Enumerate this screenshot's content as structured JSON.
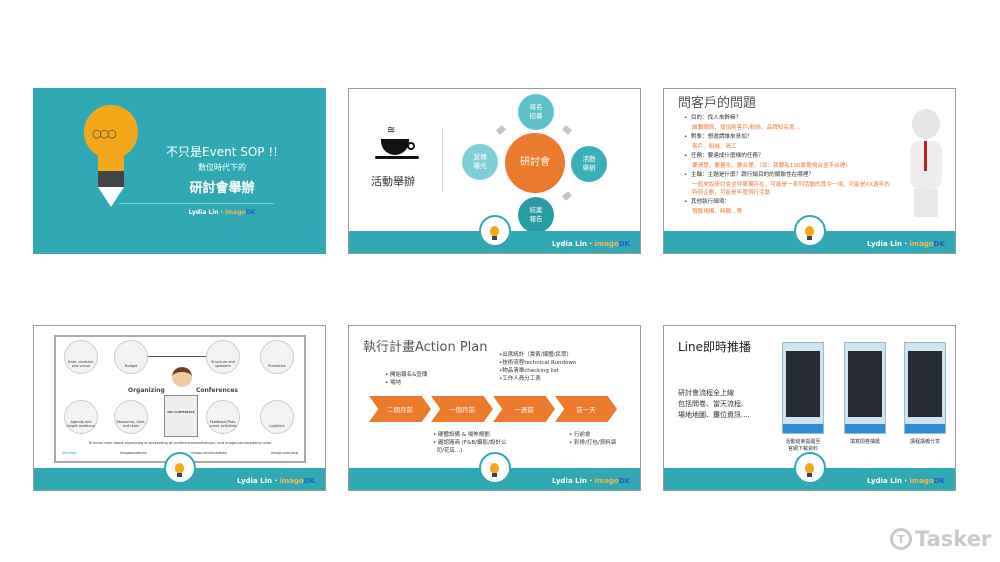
{
  "footer_author": "Lydia Lin",
  "footer_brand_a": "imago",
  "footer_brand_b": "DK",
  "slides": [
    {
      "title_line1": "不只是Event SOP !!",
      "title_line2": "數位時代下的",
      "title_line3": "研討會舉辦",
      "author": "Lydia Lin ·"
    },
    {
      "heading": "活動舉辦",
      "center": "研討會",
      "top": "報名\n招募",
      "right": "活動\n舉辦",
      "bottom": "結案\n報告",
      "left": "宣傳\n曝光"
    },
    {
      "heading": "問客戶的問題",
      "items": [
        {
          "q": "目的：找人來幹嘛？",
          "a": "維繫關係、增加新客戶/粉絲、品牌知名度..."
        },
        {
          "q": "對象：想邀請誰來參加？",
          "a": "客戶、粉絲、員工"
        },
        {
          "q": "任務：要達成什麼樣的任務？",
          "a": "要清楚、要量化、要合理。（如：我要有100家電視台並不合理）"
        },
        {
          "q": "主軸：主題是什麼？跟行銷目的的關聯性在哪裡？",
          "a": "一般來說研討會並非單獨存在，可能是一系列活動的其中一場，可能是XX週年的特別企劃，可能是年度例行活動"
        },
        {
          "q": "其他執行細項：",
          "a": "預算規模、時間...等"
        }
      ]
    },
    {
      "nodes": [
        "Date, duration, and venue",
        "Budget",
        "Structure and speakers",
        "Promotion",
        "Logistics",
        "Feedback/Post-event activities",
        "Resources, time, and team",
        "Agenda and target audience"
      ],
      "label_left": "Organizing",
      "label_right": "Conferences",
      "podium": "ABC CONFERENCE",
      "footer_text": "To know more about organizing or presenting at conferences/workshops, visit imago.com/academy now!",
      "links": [
        "@imago",
        "imagoacademy",
        "imago.com/academy",
        "imago.com/app"
      ]
    },
    {
      "heading": "執行計畫Action Plan",
      "steps": [
        "二個月前",
        "一個月前",
        "一週前",
        "前一天"
      ],
      "note_a": "• 開始報名&宣傳\n• 場地",
      "note_b": "•出席統計（貴賓/媒體/民眾）\n•技術流程technical Rundown\n•物品清單checking list\n•工作人員分工表",
      "note_c": "• 硬體設備 & 場佈規劃\n• 確認廠商 (F&B/攝影/設計公\n  司/花店...)",
      "note_d": "• 行前會\n• 彩排/打包/資料袋"
    },
    {
      "heading": "Line即時推播",
      "body": "研討會流程全上線\n包括問卷、當天流程、\n場地地圖、攤位資訊....",
      "captions": [
        "活動結束提醒至\n官網下載資料",
        "填寫問卷抽獎",
        "講程講義分享"
      ]
    }
  ],
  "watermark": "Tasker",
  "colors": {
    "teal": "#31a9b5",
    "orange": "#ed7b2d",
    "bulb": "#f3a81c"
  }
}
